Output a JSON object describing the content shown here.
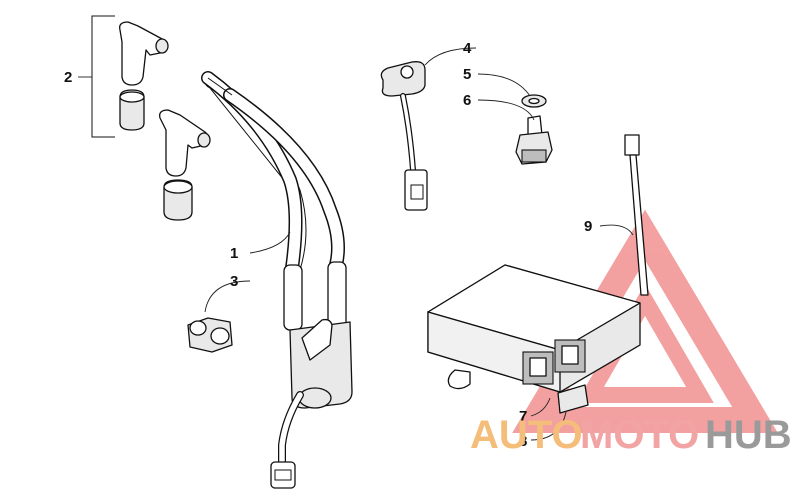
{
  "callouts": {
    "c1": "1",
    "c2": "2",
    "c3": "3",
    "c4": "4",
    "c5": "5",
    "c6": "6",
    "c7": "7",
    "c8": "8",
    "c9": "9"
  },
  "watermark": {
    "part1": "AUTO",
    "part2": "MOTO",
    "part3": "HUB",
    "colors": {
      "auto": "#f5bd7a",
      "moto": "#f2a4a4",
      "hub": "#9a9a9a",
      "logo": "#f08a8a"
    }
  }
}
